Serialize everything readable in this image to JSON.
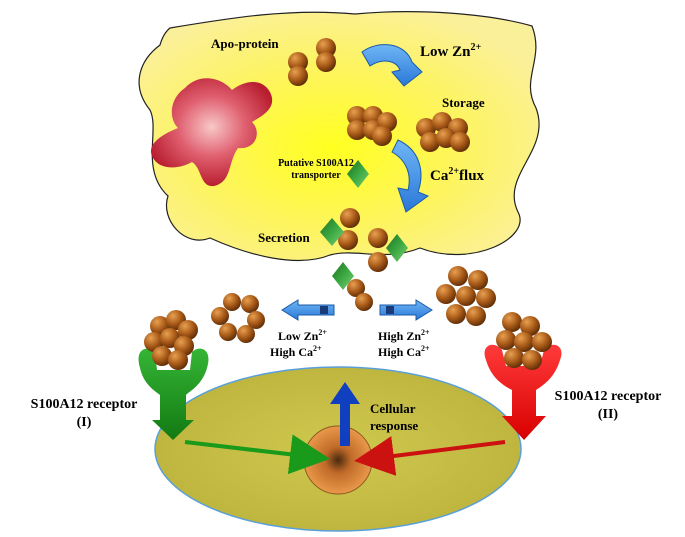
{
  "labels": {
    "apo_protein": "Apo-protein",
    "low_zn_prefix": "Low Zn",
    "low_zn_sup": "2+",
    "storage": "Storage",
    "putative_line1": "Putative S100A12",
    "putative_line2": "transporter",
    "ca_prefix": "Ca",
    "ca_sup": "2+",
    "ca_suffix": "flux",
    "secretion": "Secretion",
    "left_cond_zn_prefix": "Low Zn",
    "left_cond_zn_sup": "2+",
    "left_cond_ca_prefix": "High Ca",
    "left_cond_ca_sup": "2+",
    "right_cond_zn_prefix": "High Zn",
    "right_cond_zn_sup": "2+",
    "right_cond_ca_prefix": "High Ca",
    "right_cond_ca_sup": "2+",
    "receptor_left_line1": "S100A12 receptor",
    "receptor_left_line2": "(I)",
    "receptor_right_line1": "S100A12 receptor",
    "receptor_right_line2": "(II)",
    "cellular_line1": "Cellular",
    "cellular_line2": "response"
  },
  "colors": {
    "cell_fill": "#fbf07a",
    "cell_center": "#ffff30",
    "organelle": "#c8283a",
    "protein": "#a0561a",
    "protein_dark": "#5a2a06",
    "transporter": "#2f9a3a",
    "flow_arrow": "#3a8fe0",
    "receptor_left": "#1a9a1a",
    "receptor_right": "#ee1111",
    "target_cell": "#c9c24a",
    "nucleus": "#e8903a",
    "response_arrow": "#1040c0"
  }
}
